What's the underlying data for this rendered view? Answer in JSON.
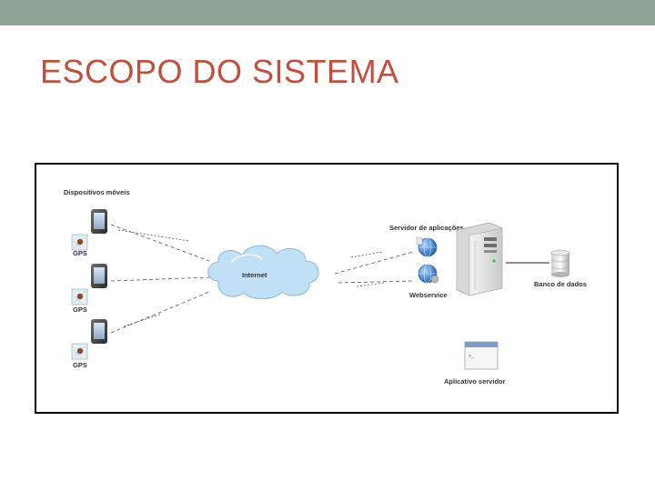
{
  "slide": {
    "title": "ESCOPO DO SISTEMA"
  },
  "colors": {
    "top_bar": "#8fa397",
    "title": "#c0503d",
    "frame_border": "#000000",
    "cloud_fill": "#bfe0f5"
  },
  "diagram": {
    "mobile_devices_label": "Dispositivos móveis",
    "gps_labels": [
      "GPS",
      "GPS",
      "GPS"
    ],
    "cloud_label": "Internet",
    "app_server_label": "Servidor de aplicações",
    "webservice_label": "Webservice",
    "database_label": "Banco de dados",
    "app_server_client_label": "Aplicativo servidor",
    "terminal_prompt": ">_",
    "icons": [
      "smartphone-icon",
      "gps-icon",
      "cloud-icon",
      "globe-icon",
      "server-icon",
      "database-icon",
      "app-window-icon"
    ]
  }
}
